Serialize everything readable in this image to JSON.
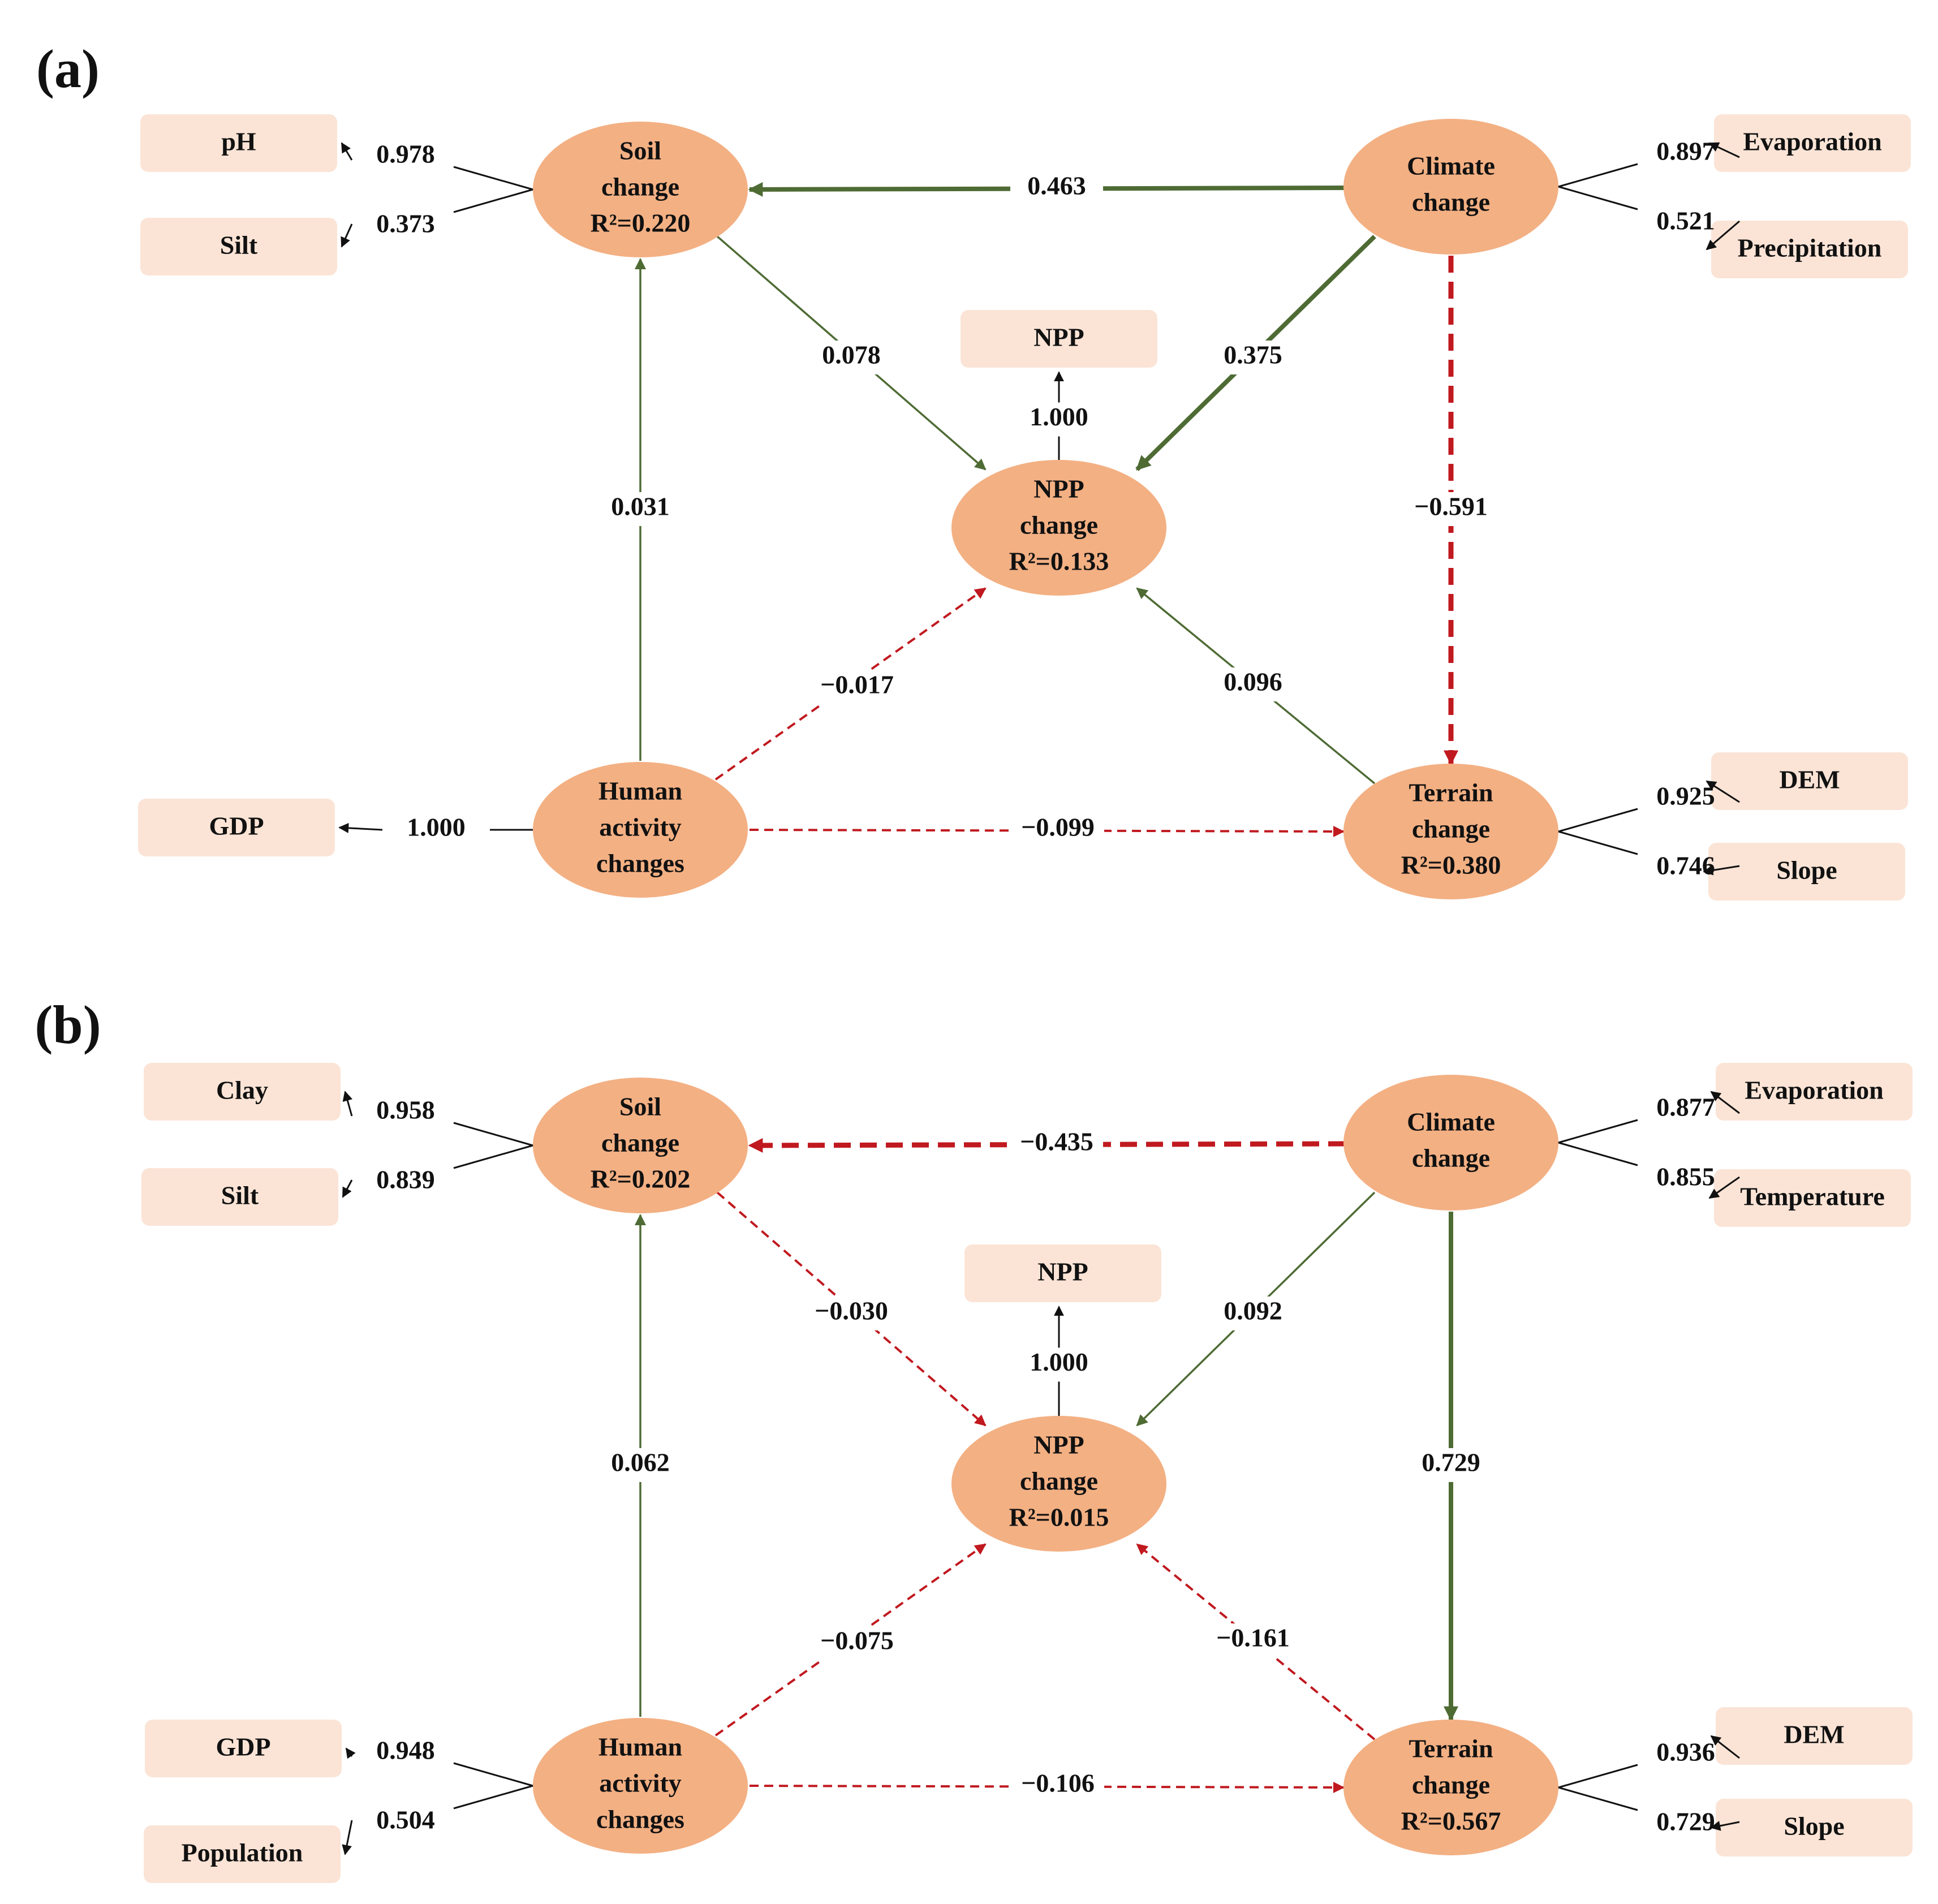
{
  "colors": {
    "ellipse_fill": "#F3B083",
    "box_fill": "#FBE4D6",
    "positive_path": "#4E6B34",
    "negative_path": "#C0191F",
    "loading_line": "#111111"
  },
  "panels": [
    {
      "label": "(a)",
      "constructs": {
        "soil": {
          "lines": [
            "Soil",
            "change",
            "R²=0.220"
          ]
        },
        "climate": {
          "lines": [
            "Climate",
            "change"
          ]
        },
        "npp": {
          "lines": [
            "NPP",
            "change",
            "R²=0.133"
          ]
        },
        "human": {
          "lines": [
            "Human",
            "activity",
            "changes"
          ]
        },
        "terrain": {
          "lines": [
            "Terrain",
            "change",
            "R²=0.380"
          ]
        }
      },
      "indicators": {
        "soil": [
          {
            "name": "pH",
            "loading": "0.978"
          },
          {
            "name": "Silt",
            "loading": "0.373"
          }
        ],
        "climate": [
          {
            "name": "Evaporation",
            "loading": "0.897"
          },
          {
            "name": "Precipitation",
            "loading": "0.521"
          }
        ],
        "npp": [
          {
            "name": "NPP",
            "loading": "1.000"
          }
        ],
        "human": [
          {
            "name": "GDP",
            "loading": "1.000"
          }
        ],
        "terrain": [
          {
            "name": "DEM",
            "loading": "0.925"
          },
          {
            "name": "Slope",
            "loading": "0.746"
          }
        ]
      },
      "paths": {
        "climate_soil": {
          "value": "0.463",
          "sign": "positive",
          "weight": "thick"
        },
        "soil_npp": {
          "value": "0.078",
          "sign": "positive",
          "weight": "thin"
        },
        "climate_npp": {
          "value": "0.375",
          "sign": "positive",
          "weight": "thick"
        },
        "climate_terrain": {
          "value": "−0.591",
          "sign": "negative",
          "weight": "thick"
        },
        "human_soil": {
          "value": "0.031",
          "sign": "positive",
          "weight": "thin"
        },
        "human_npp": {
          "value": "−0.017",
          "sign": "negative",
          "weight": "thin"
        },
        "terrain_npp": {
          "value": "0.096",
          "sign": "positive",
          "weight": "thin"
        },
        "human_terrain": {
          "value": "−0.099",
          "sign": "negative",
          "weight": "thin"
        }
      }
    },
    {
      "label": "(b)",
      "constructs": {
        "soil": {
          "lines": [
            "Soil",
            "change",
            "R²=0.202"
          ]
        },
        "climate": {
          "lines": [
            "Climate",
            "change"
          ]
        },
        "npp": {
          "lines": [
            "NPP",
            "change",
            "R²=0.015"
          ]
        },
        "human": {
          "lines": [
            "Human",
            "activity",
            "changes"
          ]
        },
        "terrain": {
          "lines": [
            "Terrain",
            "change",
            "R²=0.567"
          ]
        }
      },
      "indicators": {
        "soil": [
          {
            "name": "Clay",
            "loading": "0.958"
          },
          {
            "name": "Silt",
            "loading": "0.839"
          }
        ],
        "climate": [
          {
            "name": "Evaporation",
            "loading": "0.877"
          },
          {
            "name": "Temperature",
            "loading": "0.855"
          }
        ],
        "npp": [
          {
            "name": "NPP",
            "loading": "1.000"
          }
        ],
        "human": [
          {
            "name": "GDP",
            "loading": "0.948"
          },
          {
            "name": "Population",
            "loading": "0.504"
          }
        ],
        "terrain": [
          {
            "name": "DEM",
            "loading": "0.936"
          },
          {
            "name": "Slope",
            "loading": "0.729"
          }
        ]
      },
      "paths": {
        "climate_soil": {
          "value": "−0.435",
          "sign": "negative",
          "weight": "thick"
        },
        "soil_npp": {
          "value": "−0.030",
          "sign": "negative",
          "weight": "thin"
        },
        "climate_npp": {
          "value": "0.092",
          "sign": "positive",
          "weight": "thin"
        },
        "climate_terrain": {
          "value": "0.729",
          "sign": "positive",
          "weight": "thick"
        },
        "human_soil": {
          "value": "0.062",
          "sign": "positive",
          "weight": "thin"
        },
        "human_npp": {
          "value": "−0.075",
          "sign": "negative",
          "weight": "thin"
        },
        "terrain_npp": {
          "value": "−0.161",
          "sign": "negative",
          "weight": "thin"
        },
        "human_terrain": {
          "value": "−0.106",
          "sign": "negative",
          "weight": "thin"
        }
      }
    }
  ]
}
